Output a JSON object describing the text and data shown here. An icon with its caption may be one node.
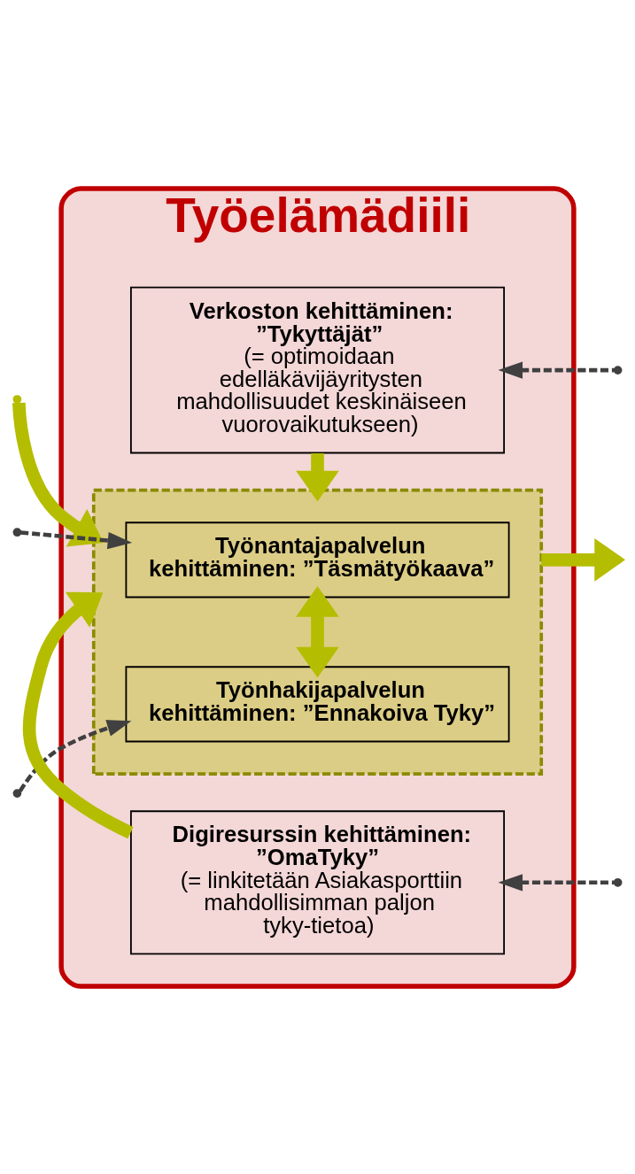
{
  "diagram": {
    "nodes": [
      {
        "text": [
          "Työelämädiili"
        ]
      },
      {
        "text": [
          "Verkoston kehittäminen: ”Tykyttäjät”",
          "(= optimoidaan edelläkävijäyritysten mahdollisuudet keskinäiseen vuorovaikutukseen)"
        ],
        "in": 0
      },
      {
        "text": [],
        "shape": "box",
        "in": 0
      },
      {
        "text": [
          "Työnantajapalvelun kehittäminen: ”Täsmätyökaava”"
        ],
        "in": 2
      },
      {
        "text": [
          "Työnhakijapalvelun kehittäminen: ”Ennakoiva Tyky”"
        ],
        "in": 2
      },
      {
        "text": [
          "Digiresurssin kehittäminen: ”OmaTyky”",
          "(= linkitetään Asiakasporttiin mahdollisimman paljon tyky-tietoa)"
        ],
        "in": 0
      }
    ],
    "edges": [
      {
        "from": 1,
        "to": 2,
        "arrow": "to"
      },
      {
        "from": 3,
        "to": 4,
        "arrow": "both"
      },
      {
        "from": 5,
        "to": 2,
        "arrow": "to"
      },
      {
        "from": null,
        "to": 2,
        "arrow": "to"
      },
      {
        "from": 2,
        "to": null,
        "arrow": "to"
      },
      {
        "from": null,
        "to": 1,
        "arrow": "to",
        "style": "dashed",
        "color": "#404040"
      },
      {
        "from": null,
        "to": 3,
        "arrow": "to",
        "style": "dashed",
        "color": "#404040"
      },
      {
        "from": null,
        "to": 4,
        "arrow": "to",
        "style": "dashed",
        "color": "#404040"
      },
      {
        "from": null,
        "to": 5,
        "arrow": "to",
        "style": "dashed",
        "color": "#404040"
      }
    ]
  }
}
